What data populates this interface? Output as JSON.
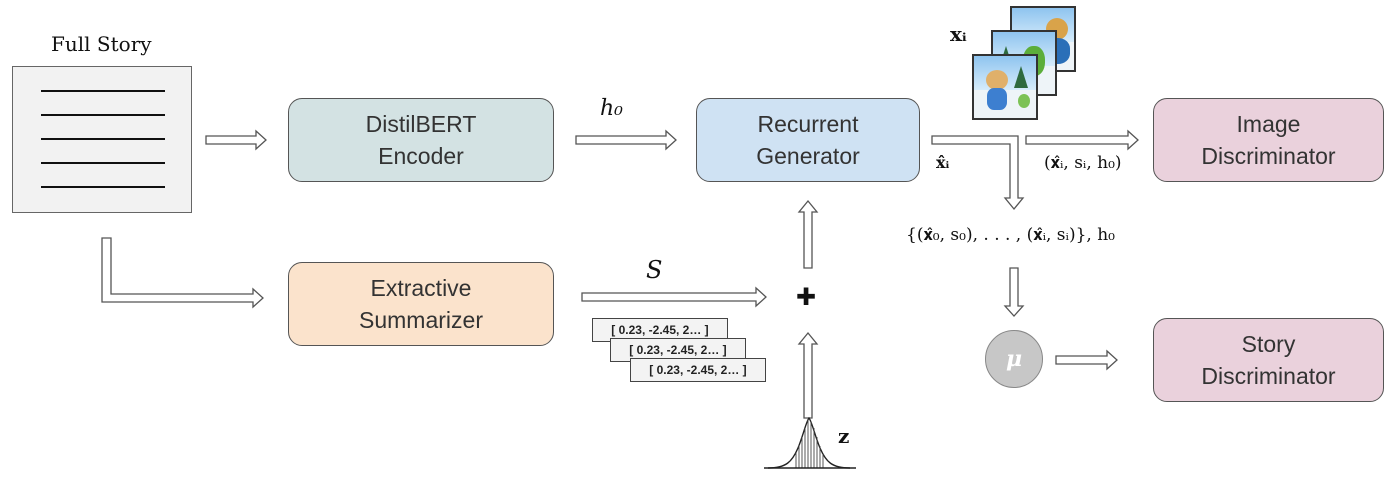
{
  "full_story": {
    "title": "Full Story"
  },
  "boxes": {
    "encoder": {
      "label": "DistilBERT\nEncoder",
      "fill": "#d3e2e3"
    },
    "summarizer": {
      "label": "Extractive\nSummarizer",
      "fill": "#fbe3cc"
    },
    "generator": {
      "label": "Recurrent\nGenerator",
      "fill": "#cfe2f3"
    },
    "image_disc": {
      "label": "Image\nDiscriminator",
      "fill": "#ead1dc"
    },
    "story_disc": {
      "label": "Story\nDiscriminator",
      "fill": "#ead1dc"
    }
  },
  "labels": {
    "h0": "h₀",
    "S": "S",
    "x_i": "𝐱ᵢ",
    "xhat_i": "𝐱̂ᵢ",
    "image_disc_input": "(𝐱̂ᵢ, sᵢ, h₀)",
    "story_set": "{(𝐱̂₀, s₀), . . . , (𝐱̂ᵢ, sᵢ)}, h₀",
    "z": "𝐳",
    "mu": "μ",
    "plus": "✚"
  },
  "vectors": [
    "[ 0.23, -2.45, 2… ]",
    "[ 0.23, -2.45, 2… ]",
    "[ 0.23, -2.45, 2… ]"
  ],
  "icons": [
    "document-icon",
    "gaussian-noise-icon",
    "image-frames-icon",
    "mean-pool-node"
  ]
}
